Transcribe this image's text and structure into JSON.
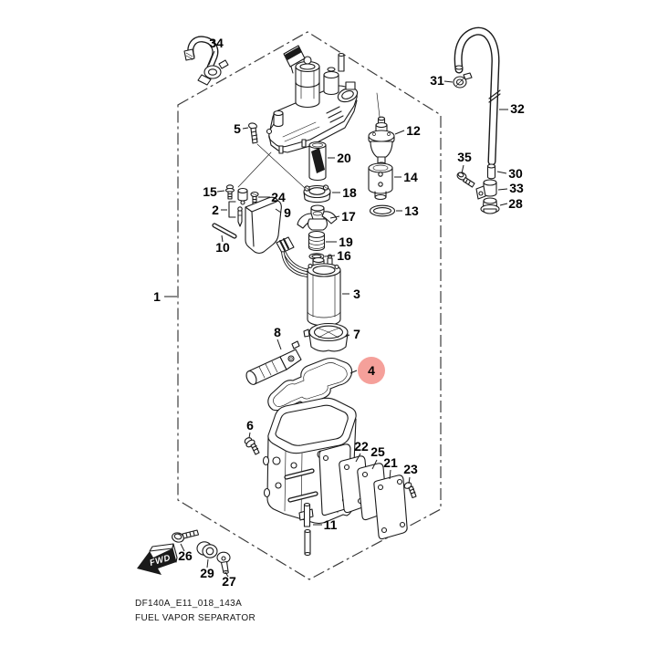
{
  "footer": {
    "code": "DF140A_E11_018_143A",
    "title": "FUEL VAPOR SEPARATOR"
  },
  "fwd": {
    "label": "FWD"
  },
  "highlight": {
    "part": "4",
    "color": "#f5a09a"
  },
  "callouts": {
    "c1": "1",
    "c2": "2",
    "c3": "3",
    "c4": "4",
    "c5": "5",
    "c6": "6",
    "c7": "7",
    "c8": "8",
    "c9": "9",
    "c10": "10",
    "c11": "11",
    "c12": "12",
    "c13": "13",
    "c14": "14",
    "c15": "15",
    "c16": "16",
    "c17": "17",
    "c18": "18",
    "c19": "19",
    "c20": "20",
    "c21": "21",
    "c22": "22",
    "c23": "23",
    "c24": "24",
    "c25": "25",
    "c26": "26",
    "c27": "27",
    "c28": "28",
    "c29": "29",
    "c30": "30",
    "c31": "31",
    "c32": "32",
    "c33": "33",
    "c34": "34",
    "c35": "35"
  }
}
